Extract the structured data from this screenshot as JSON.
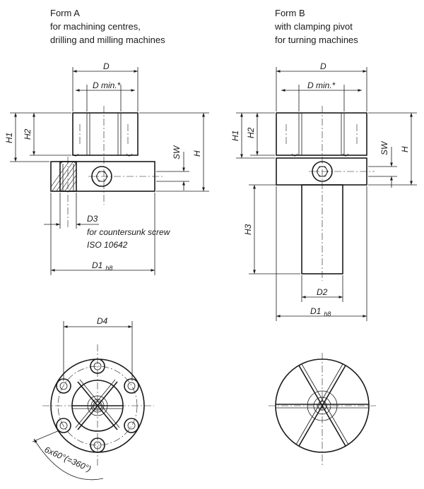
{
  "form_a": {
    "title": "Form A",
    "line1": "for machining centres,",
    "line2": "drilling and milling machines"
  },
  "form_b": {
    "title": "Form B",
    "line1": "with clamping pivot",
    "line2": "for turning machines"
  },
  "dims": {
    "d": "D",
    "d_min": "D min.*",
    "h1": "H1",
    "h2": "H2",
    "h": "H",
    "sw": "SW",
    "h3": "H3",
    "d1": "D1",
    "h8": "h8",
    "d2": "D2",
    "d3": "D3",
    "d4": "D4",
    "countersunk_line1": "for countersunk screw",
    "countersunk_line2": "ISO 10642",
    "angle": "6x60°(=360°)"
  }
}
